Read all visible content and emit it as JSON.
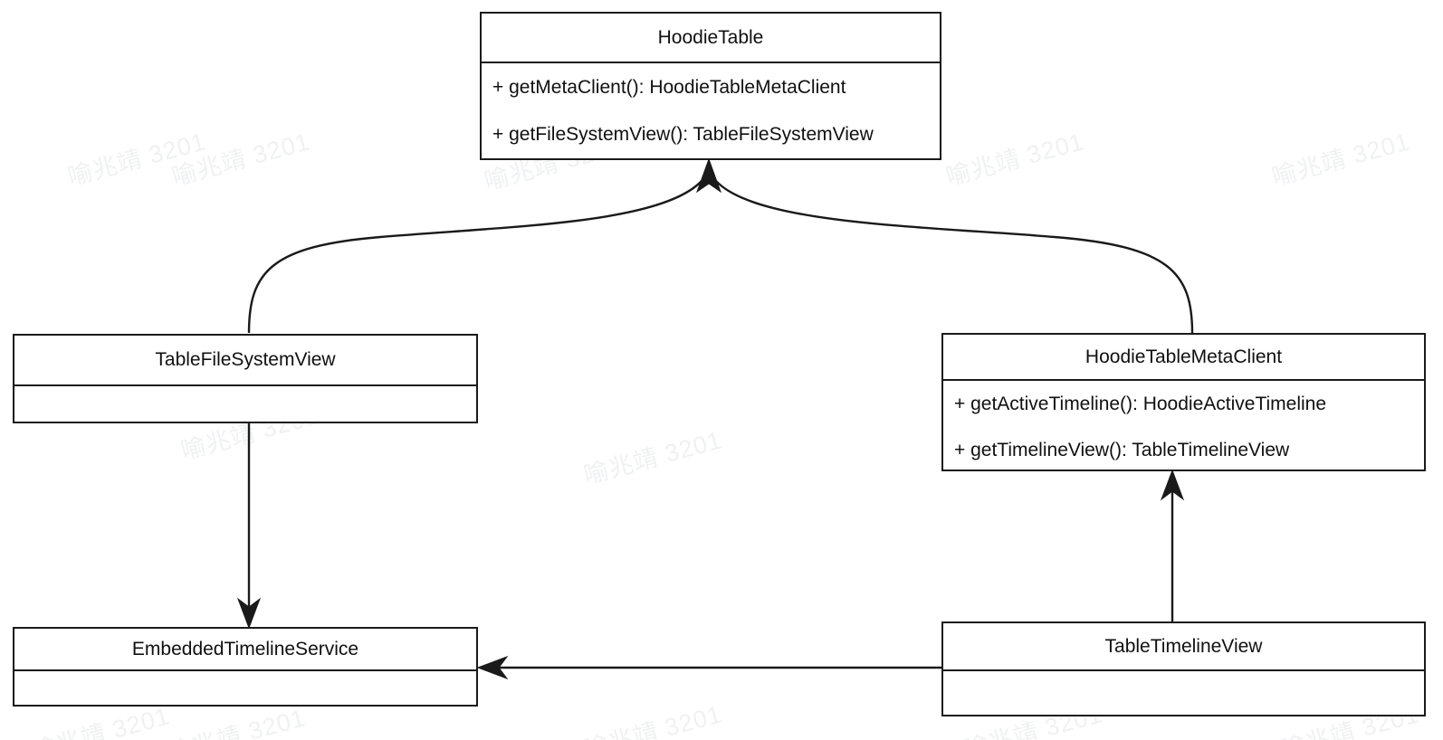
{
  "diagram": {
    "type": "uml-class-diagram",
    "background_color": "#ffffff",
    "line_color": "#1a1a1a",
    "text_color": "#101010",
    "watermark": {
      "text": "喻兆靖 3201",
      "color": "#f0f1f2",
      "rotation_deg": -15
    },
    "classes": [
      {
        "id": "hoodie-table",
        "name": "HoodieTable",
        "members": [
          "+ getMetaClient(): HoodieTableMetaClient",
          "+ getFileSystemView(): TableFileSystemView"
        ]
      },
      {
        "id": "table-file-system-view",
        "name": "TableFileSystemView",
        "members": []
      },
      {
        "id": "hoodie-table-meta-client",
        "name": "HoodieTableMetaClient",
        "members": [
          "+ getActiveTimeline(): HoodieActiveTimeline",
          "+ getTimelineView(): TableTimelineView"
        ]
      },
      {
        "id": "embedded-timeline-service",
        "name": "EmbeddedTimelineService",
        "members": []
      },
      {
        "id": "table-timeline-view",
        "name": "TableTimelineView",
        "members": []
      }
    ],
    "relations": [
      {
        "id": "rel-tfsv-to-hoodietable",
        "from": "TableFileSystemView",
        "to": "HoodieTable",
        "style": "curved",
        "arrow": "filled-triangle"
      },
      {
        "id": "rel-htmc-to-hoodietable",
        "from": "HoodieTableMetaClient",
        "to": "HoodieTable",
        "style": "curved",
        "arrow": "filled-triangle"
      },
      {
        "id": "rel-tfsv-to-ets",
        "from": "TableFileSystemView",
        "to": "EmbeddedTimelineService",
        "style": "straight-vertical",
        "arrow": "filled-triangle"
      },
      {
        "id": "rel-ttv-to-htmc",
        "from": "TableTimelineView",
        "to": "HoodieTableMetaClient",
        "style": "straight-vertical",
        "arrow": "filled-triangle"
      },
      {
        "id": "rel-ttv-to-ets",
        "from": "TableTimelineView",
        "to": "EmbeddedTimelineService",
        "style": "straight-horizontal",
        "arrow": "filled-triangle"
      }
    ]
  }
}
